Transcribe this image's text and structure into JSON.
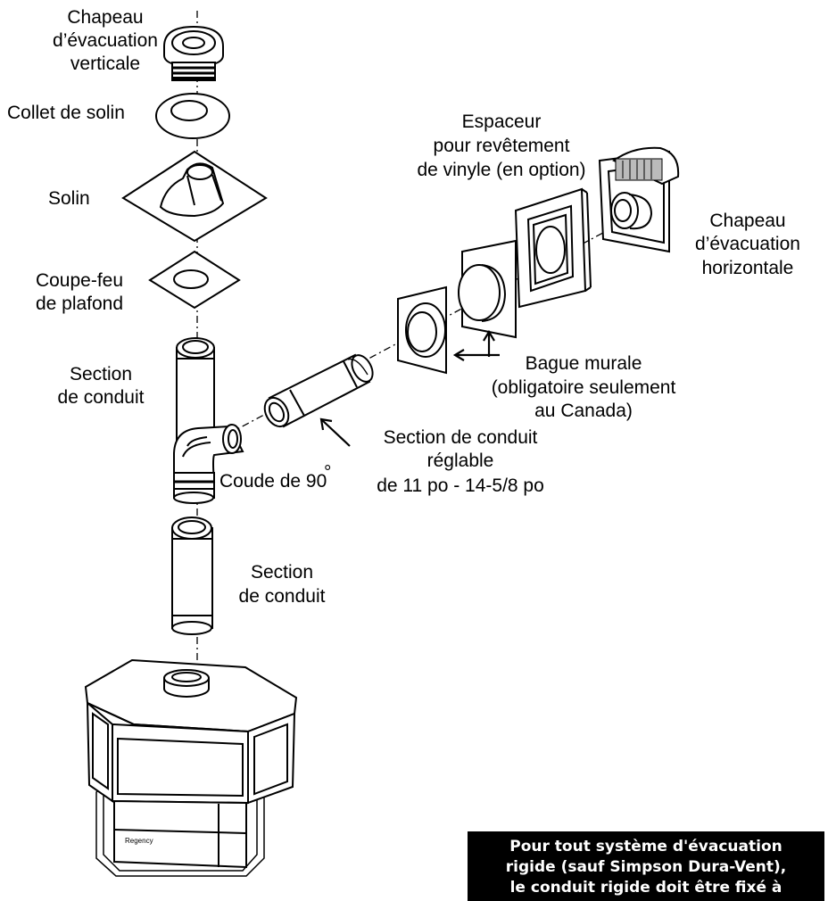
{
  "labels": {
    "vertical_cap": [
      "Chapeau",
      "d’évacuation",
      "verticale"
    ],
    "storm_collar": "Collet de solin",
    "flashing": "Solin",
    "firestop": [
      "Coupe-feu",
      "de plafond"
    ],
    "pipe_section_upper": [
      "Section",
      "de conduit"
    ],
    "elbow": "Coude de 90",
    "elbow_degree": "°",
    "adjustable_pipe": [
      "Section de conduit",
      "réglable",
      "de 11 po - 14-5/8 po"
    ],
    "vinyl_spacer": [
      "Espaceur",
      "pour revêtement",
      "de vinyle (en option)"
    ],
    "horizontal_cap": [
      "Chapeau",
      "d’évacuation",
      "horizontale"
    ],
    "wall_thimble": [
      "Bague murale",
      "(obligatoire seulement",
      "au Canada)"
    ],
    "pipe_section_lower": [
      "Section",
      "de conduit"
    ]
  },
  "notice": [
    "Pour tout système d'évacuation",
    "rigide (sauf Simpson Dura-Vent),",
    "le conduit rigide doit être fixé à"
  ],
  "stove_logo": "Regency"
}
